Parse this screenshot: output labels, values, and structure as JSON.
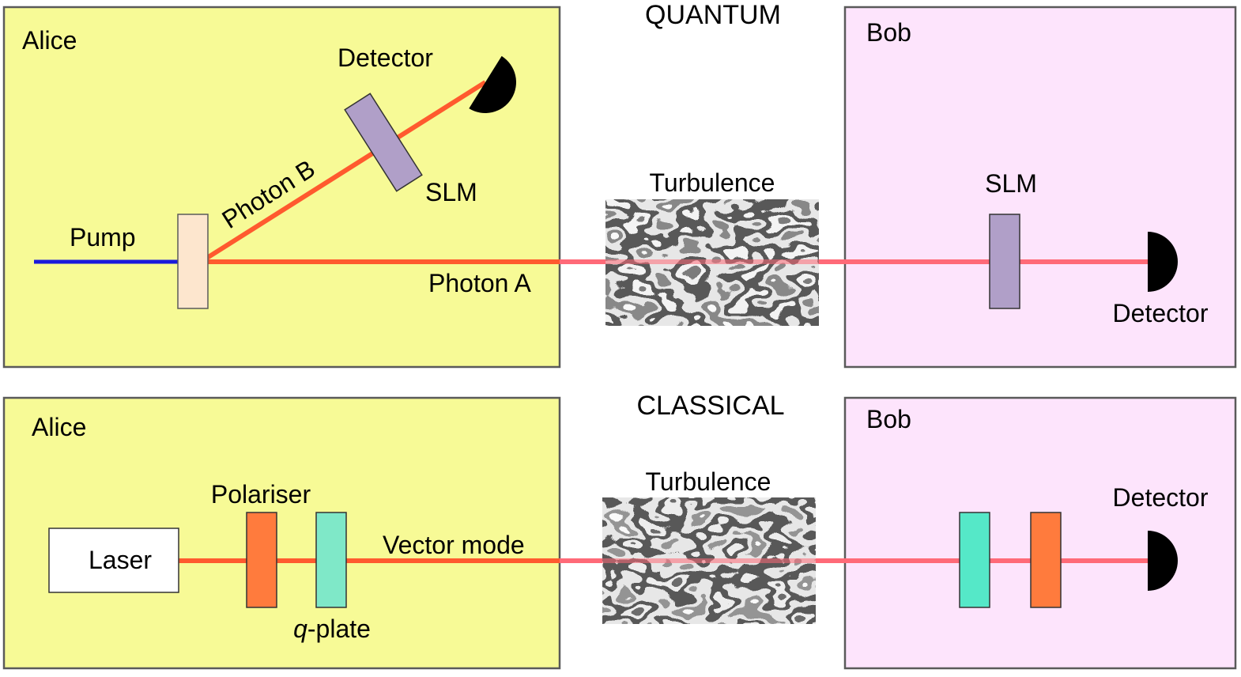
{
  "colors": {
    "alice_panel": "#f7fa96",
    "bob_panel": "#fde4fc",
    "panel_border": "#5a5a5a",
    "beam": "#ff5a2e",
    "beam_free_space": "#ff6a78",
    "pump_beam": "#1a1adb",
    "slm": "#b09fc8",
    "crystal": "#fde6ce",
    "polariser": "#ff7b3d",
    "qplate_alice": "#7fe8c8",
    "qplate_bob": "#55e8c8",
    "detector": "#000000",
    "laser_box": "#ffffff"
  },
  "quantum": {
    "section_label": "QUANTUM",
    "alice_label": "Alice",
    "bob_label": "Bob",
    "detector_alice_label": "Detector",
    "slm_alice_label": "SLM",
    "photon_b_label": "Photon B",
    "pump_label": "Pump",
    "photon_a_label": "Photon A",
    "turbulence_label": "Turbulence",
    "slm_bob_label": "SLM",
    "detector_bob_label": "Detector"
  },
  "classical": {
    "section_label": "CLASSICAL",
    "alice_label": "Alice",
    "bob_label": "Bob",
    "polariser_label": "Polariser",
    "laser_label": "Laser",
    "qplate_label_q": "q",
    "qplate_label_rest": "-plate",
    "vector_mode_label": "Vector mode",
    "turbulence_label": "Turbulence",
    "detector_bob_label": "Detector"
  }
}
